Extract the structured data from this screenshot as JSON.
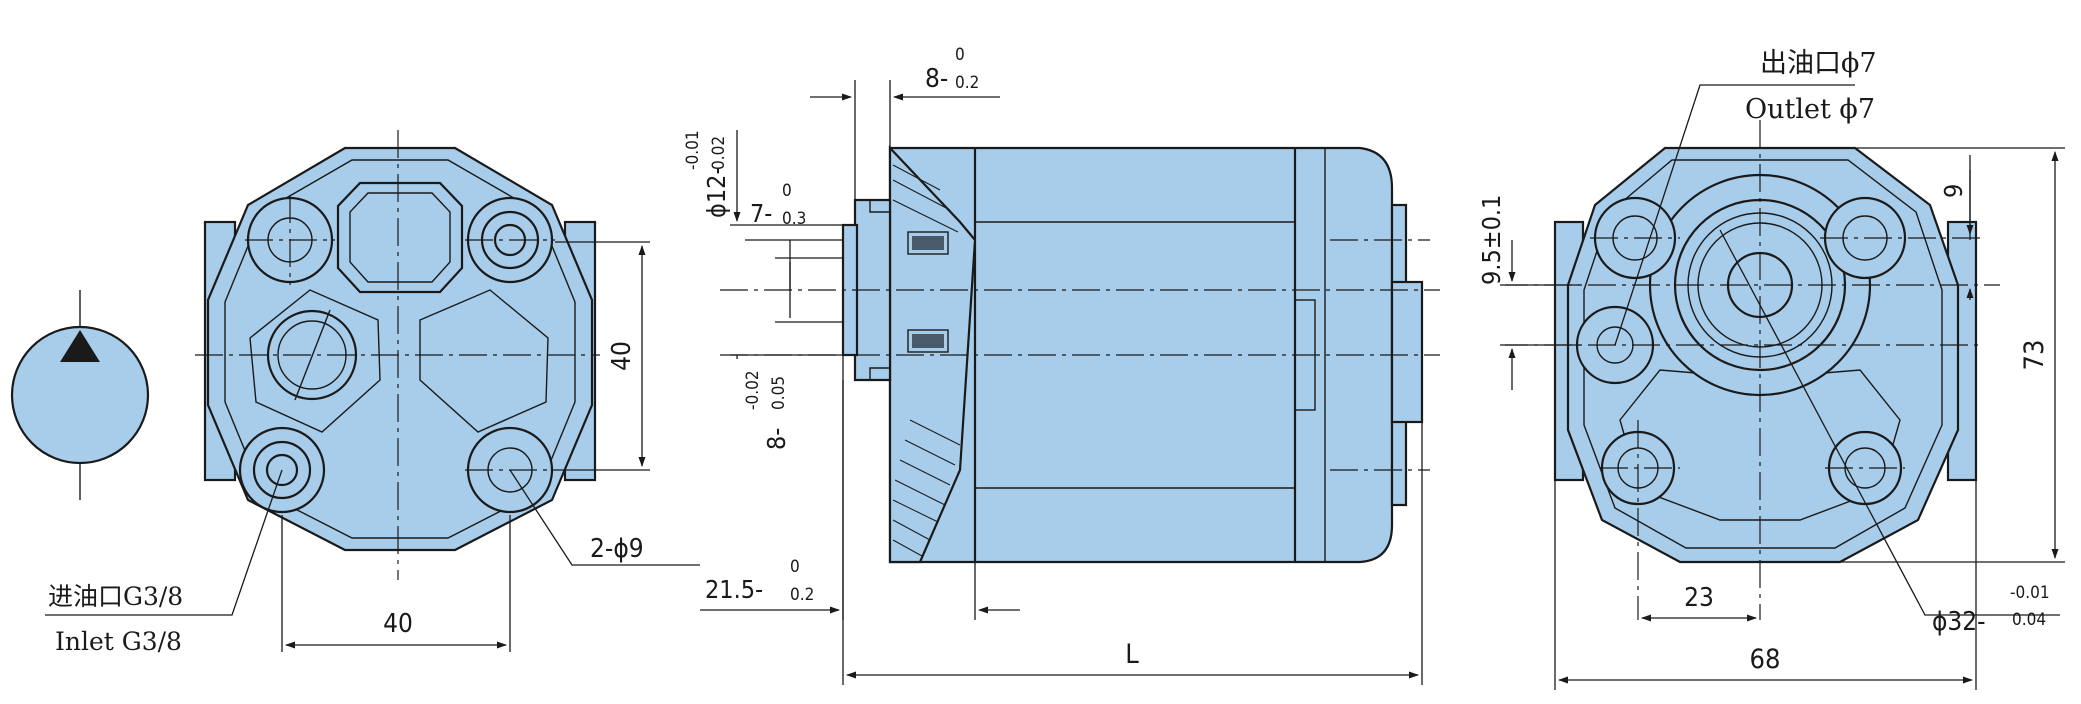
{
  "colors": {
    "body_fill": "#a7cdea",
    "line": "#1a1a1a",
    "background": "#ffffff"
  },
  "symbol": {
    "name": "hydraulic-pump-symbol"
  },
  "left_view": {
    "dim_height": "40",
    "dim_width": "40",
    "holes": "2-ϕ9",
    "inlet_cn": "进油口G3/8",
    "inlet_en": "Inlet G3/8"
  },
  "side_view": {
    "top_dim_main": "8-",
    "top_dim_sup": "0",
    "top_dim_sub": "0.2",
    "shaft_dia_main": "ϕ12-",
    "shaft_dia_sup": "-0.01",
    "shaft_dia_sub": "0.02",
    "key_main": "7-",
    "key_sup": "0",
    "key_sub": "0.3",
    "key_width_main": "8-",
    "key_width_sup": "-0.02",
    "key_width_sub": "0.05",
    "flange_main": "21.5-",
    "flange_sup": "0",
    "flange_sub": "0.2",
    "length": "L"
  },
  "right_view": {
    "outlet_cn": "出油口ϕ7",
    "outlet_en": "Outlet ϕ7",
    "offset": "9.5±0.1",
    "dim_9": "9",
    "height": "73",
    "dim_23": "23",
    "width": "68",
    "pilot_main": "ϕ32-",
    "pilot_sup": "-0.01",
    "pilot_sub": "0.04"
  }
}
